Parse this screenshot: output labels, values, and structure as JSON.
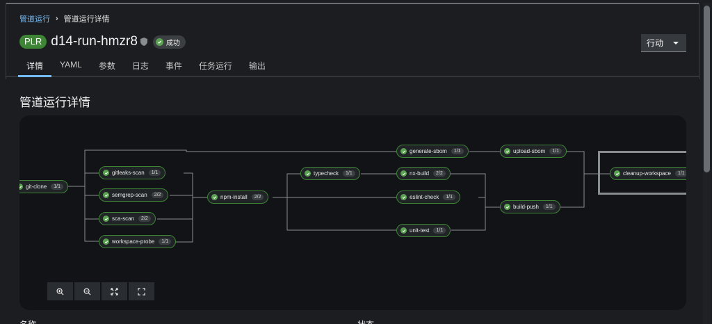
{
  "breadcrumb": {
    "parent": "管道运行",
    "current": "管道运行详情"
  },
  "header": {
    "badge": "PLR",
    "run_name": "d14-run-hmzr8",
    "status": "成功",
    "actions_label": "行动"
  },
  "tabs": [
    {
      "label": "详情",
      "active": true
    },
    {
      "label": "YAML"
    },
    {
      "label": "参数"
    },
    {
      "label": "日志"
    },
    {
      "label": "事件"
    },
    {
      "label": "任务运行"
    },
    {
      "label": "输出"
    }
  ],
  "section_title": "管道运行详情",
  "pipeline": {
    "nodes": [
      {
        "name": "git-clone",
        "count": "1/1"
      },
      {
        "name": "gitleaks-scan",
        "count": "1/1"
      },
      {
        "name": "semgrep-scan",
        "count": "2/2"
      },
      {
        "name": "sca-scan",
        "count": "2/2"
      },
      {
        "name": "workspace-probe",
        "count": "1/1"
      },
      {
        "name": "npm-install",
        "count": "2/2"
      },
      {
        "name": "typecheck",
        "count": "1/1"
      },
      {
        "name": "generate-sbom",
        "count": "1/1"
      },
      {
        "name": "nx-build",
        "count": "2/2"
      },
      {
        "name": "eslint-check",
        "count": "1/1"
      },
      {
        "name": "unit-test",
        "count": "1/1"
      },
      {
        "name": "upload-sbom",
        "count": "1/1"
      },
      {
        "name": "build-push",
        "count": "1/1"
      },
      {
        "name": "cleanup-workspace",
        "count": "1/1"
      }
    ]
  },
  "bottom": {
    "name_label": "名称",
    "status_label": "状态"
  },
  "colors": {
    "success": "#3e8635",
    "link": "#73bcf7"
  }
}
